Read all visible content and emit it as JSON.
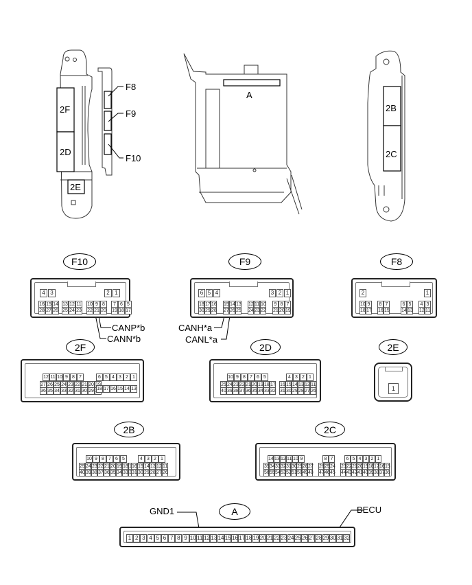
{
  "overview": {
    "left_part_labels": [
      "2F",
      "2D",
      "2E"
    ],
    "side_part_labels": [
      "F8",
      "F9",
      "F10"
    ],
    "center_part_label": "A",
    "right_part_labels": [
      "2B",
      "2C"
    ]
  },
  "connectors": {
    "F10": {
      "name": "F10",
      "top_left": [
        "4",
        "3"
      ],
      "top_right": [
        "2",
        "1"
      ],
      "row1": [
        [
          "16",
          "15",
          "14"
        ],
        [
          "13",
          "12",
          "11"
        ],
        [
          "10",
          "9",
          "8"
        ],
        [
          "7",
          "6",
          "5"
        ]
      ],
      "row2": [
        [
          "28",
          "27",
          "26"
        ],
        [
          "25",
          "24",
          "23"
        ],
        [
          "22",
          "21",
          "20"
        ],
        [
          "19",
          "18",
          "17"
        ]
      ],
      "callouts": [
        "CANP*b",
        "CANN*b"
      ]
    },
    "F9": {
      "name": "F9",
      "top_left": [
        "6",
        "5",
        "4"
      ],
      "top_right": [
        "3",
        "2",
        "1"
      ],
      "row1": [
        [
          "18",
          "17",
          "16"
        ],
        [
          "15",
          "14",
          "13"
        ],
        [
          "12",
          "11",
          "10"
        ],
        [
          "9",
          "8",
          "7"
        ]
      ],
      "row2": [
        [
          "30",
          "29",
          "28"
        ],
        [
          "27",
          "26",
          "25"
        ],
        [
          "24",
          "23",
          "22"
        ],
        [
          "21",
          "20",
          "19"
        ]
      ],
      "callouts": [
        "CANH*a",
        "CANL*a"
      ]
    },
    "F8": {
      "name": "F8",
      "top_left": [
        "2"
      ],
      "top_right": [
        "1"
      ],
      "row1": [
        [
          "10",
          "9"
        ],
        [
          "8",
          "7"
        ],
        [
          "6",
          "5"
        ],
        [
          "4",
          "3"
        ]
      ],
      "row2": [
        [
          "18",
          "17"
        ],
        [
          "16",
          "15"
        ],
        [
          "14",
          "13"
        ],
        [
          "12",
          "11"
        ]
      ]
    },
    "2F": {
      "name": "2F",
      "left_row1": [
        "12",
        "11",
        "10",
        "9",
        "8",
        "7"
      ],
      "left_row2": [
        "27",
        "26",
        "25",
        "24",
        "23",
        "22",
        "21",
        "20",
        "19"
      ],
      "left_row3": [
        "36",
        "35",
        "34",
        "33",
        "32",
        "31",
        "30",
        "29",
        "28"
      ],
      "right_row1": [
        "6",
        "5",
        "4",
        "3",
        "2",
        "1"
      ],
      "right_row2": [
        "18",
        "17",
        "16",
        "15",
        "14",
        "13"
      ]
    },
    "2D": {
      "name": "2D",
      "left_row1": [
        "10",
        "9",
        "8",
        "7",
        "6",
        "5"
      ],
      "left_row2": [
        "25",
        "24",
        "23",
        "22",
        "21",
        "20",
        "19",
        "18",
        "17"
      ],
      "left_row3": [
        "40",
        "39",
        "38",
        "37",
        "36",
        "35",
        "34",
        "33",
        "32"
      ],
      "right_row1": [
        "4",
        "3",
        "2",
        "1"
      ],
      "right_row2": [
        "16",
        "15",
        "14",
        "13",
        "12",
        "11"
      ],
      "right_row3": [
        "31",
        "30",
        "29",
        "28",
        "27",
        "26"
      ]
    },
    "2E": {
      "name": "2E",
      "pins": [
        "1"
      ]
    },
    "2B": {
      "name": "2B",
      "left_row1": [
        "10",
        "9",
        "8",
        "7",
        "6",
        "5"
      ],
      "left_row2": [
        "25",
        "24",
        "23",
        "22",
        "21",
        "20",
        "19",
        "18",
        "17"
      ],
      "left_row3": [
        "40",
        "39",
        "38",
        "37",
        "36",
        "35",
        "34",
        "33",
        "32"
      ],
      "right_row1": [
        "4",
        "3",
        "2",
        "1"
      ],
      "right_row2": [
        "16",
        "15",
        "14",
        "13",
        "12",
        "11"
      ],
      "right_row3": [
        "31",
        "30",
        "29",
        "28",
        "27",
        "26"
      ]
    },
    "2C": {
      "name": "2C",
      "left_row1": [
        "14",
        "13",
        "12",
        "11",
        "10",
        "9"
      ],
      "left_row2": [
        "35",
        "34",
        "33",
        "32",
        "31",
        "30",
        "29",
        "28",
        "27"
      ],
      "left_row3": [
        "56",
        "55",
        "54",
        "53",
        "52",
        "51",
        "50",
        "49",
        "48"
      ],
      "mid_row1": [
        "8",
        "7"
      ],
      "mid_row2": [
        "26",
        "25",
        "24"
      ],
      "mid_row3": [
        "47",
        "46",
        "45"
      ],
      "right_row1": [
        "6",
        "5",
        "4",
        "3",
        "2",
        "1"
      ],
      "right_row2": [
        "23",
        "22",
        "21",
        "20",
        "19",
        "18",
        "17",
        "16",
        "15"
      ],
      "right_row3": [
        "44",
        "43",
        "42",
        "41",
        "40",
        "39",
        "38",
        "37",
        "36"
      ]
    },
    "A": {
      "name": "A",
      "pins": [
        "1",
        "2",
        "3",
        "4",
        "5",
        "6",
        "7",
        "8",
        "9",
        "10",
        "11",
        "12",
        "13",
        "14",
        "15",
        "16",
        "17",
        "18",
        "19",
        "20",
        "21",
        "22",
        "23",
        "24",
        "25",
        "26",
        "27",
        "28",
        "29",
        "30",
        "31",
        "32"
      ],
      "callouts": [
        "GND1",
        "BECU"
      ]
    }
  }
}
